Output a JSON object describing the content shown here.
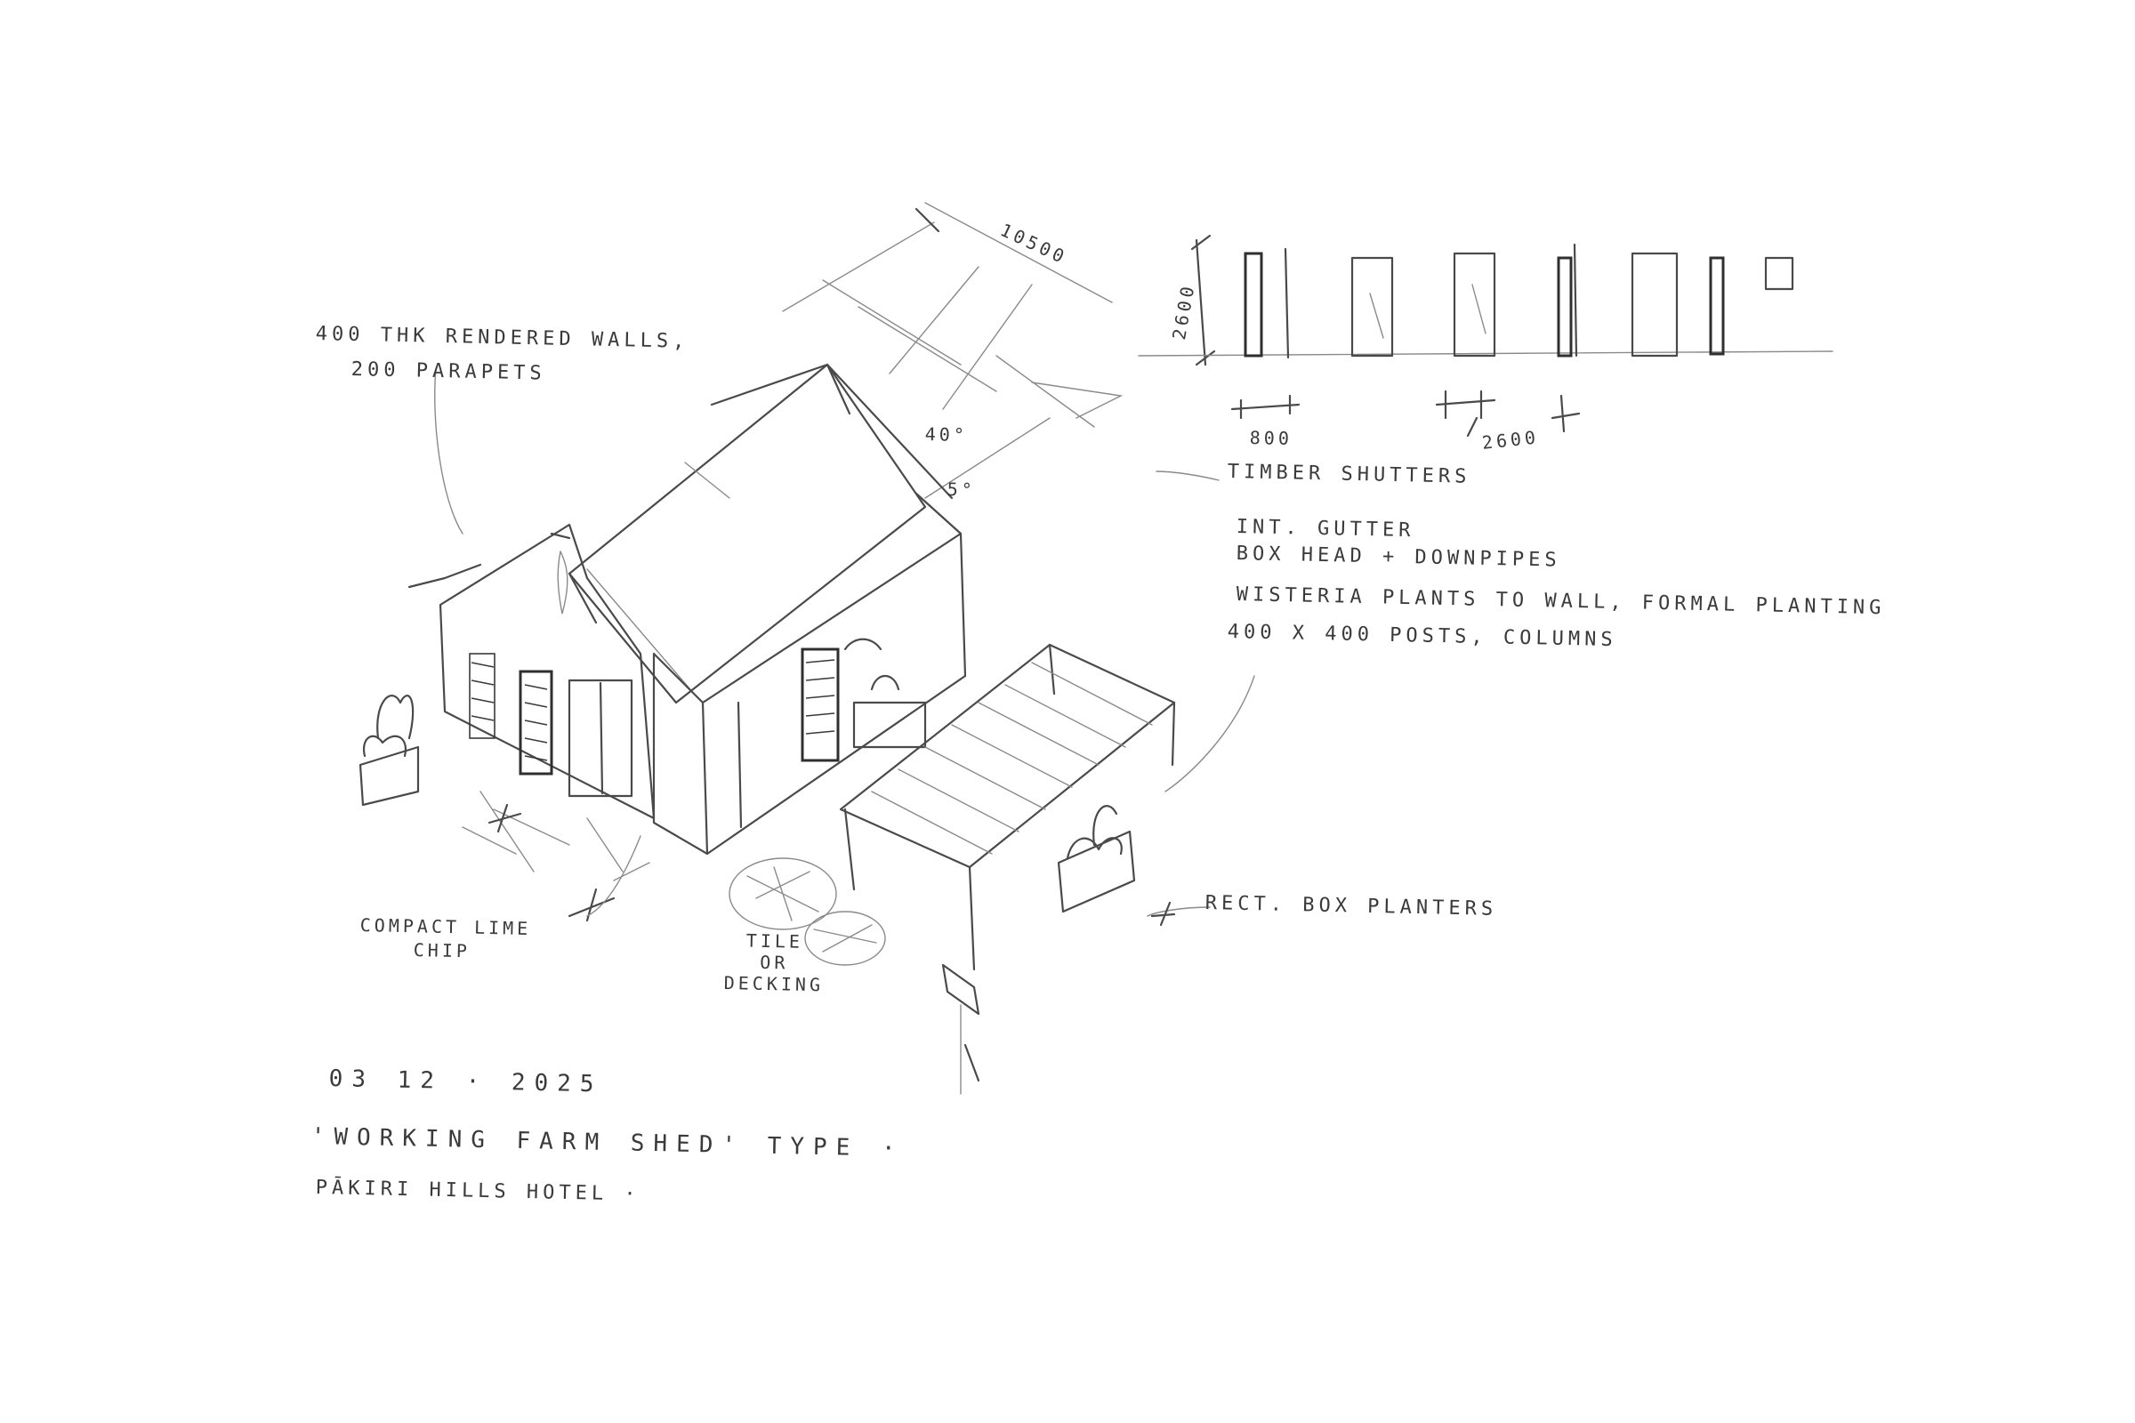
{
  "annotations": {
    "walls_line1": "400 THK RENDERED WALLS,",
    "walls_line2": "200 PARAPETS",
    "dim_10500": "10500",
    "dim_40": "40°",
    "dim_5": "5°",
    "dim_2600_vertical": "2600",
    "dim_800": "800",
    "dim_2600_horizontal": "2600",
    "timber_shutters": "TIMBER SHUTTERS",
    "gutter_line1": "INT. GUTTER",
    "gutter_line2": "BOX HEAD + DOWNPIPES",
    "wisteria": "WISTERIA PLANTS TO WALL, FORMAL PLANTING",
    "posts": "400 X 400 POSTS, COLUMNS",
    "planters": "RECT. BOX PLANTERS",
    "lime_chip_line1": "COMPACT LIME",
    "lime_chip_line2": "CHIP",
    "tile_decking": "TILE\nOR\nDECKING"
  },
  "title_block": {
    "date": "03 12 · 2025",
    "type": "'WORKING FARM SHED' TYPE ·",
    "project": "PĀKIRI HILLS HOTEL ·"
  }
}
